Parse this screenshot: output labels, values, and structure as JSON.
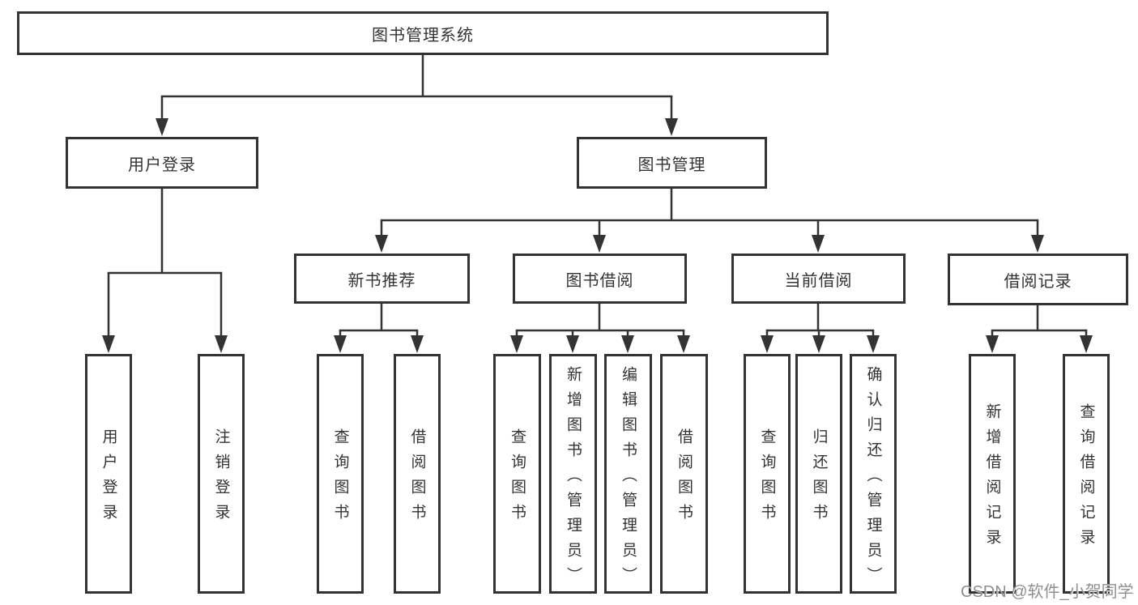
{
  "colors": {
    "line": "#333333",
    "text": "#333333",
    "watermark": "#8f8f8f",
    "background": "#ffffff"
  },
  "root": {
    "label": "图书管理系统"
  },
  "level2": [
    {
      "label": "用户登录"
    },
    {
      "label": "图书管理"
    }
  ],
  "level3": [
    {
      "label": "新书推荐"
    },
    {
      "label": "图书借阅"
    },
    {
      "label": "当前借阅"
    },
    {
      "label": "借阅记录"
    }
  ],
  "leaves": [
    {
      "label": "用户登录"
    },
    {
      "label": "注销登录"
    },
    {
      "label": "查询图书"
    },
    {
      "label": "借阅图书"
    },
    {
      "label": "查询图书"
    },
    {
      "label": "新增图书（管理员）"
    },
    {
      "label": "编辑图书（管理员）"
    },
    {
      "label": "借阅图书"
    },
    {
      "label": "查询图书"
    },
    {
      "label": "归还图书"
    },
    {
      "label": "确认归还（管理员）"
    },
    {
      "label": "新增借阅记录"
    },
    {
      "label": "查询借阅记录"
    }
  ],
  "watermark": "CSDN @软件_小贺同学"
}
